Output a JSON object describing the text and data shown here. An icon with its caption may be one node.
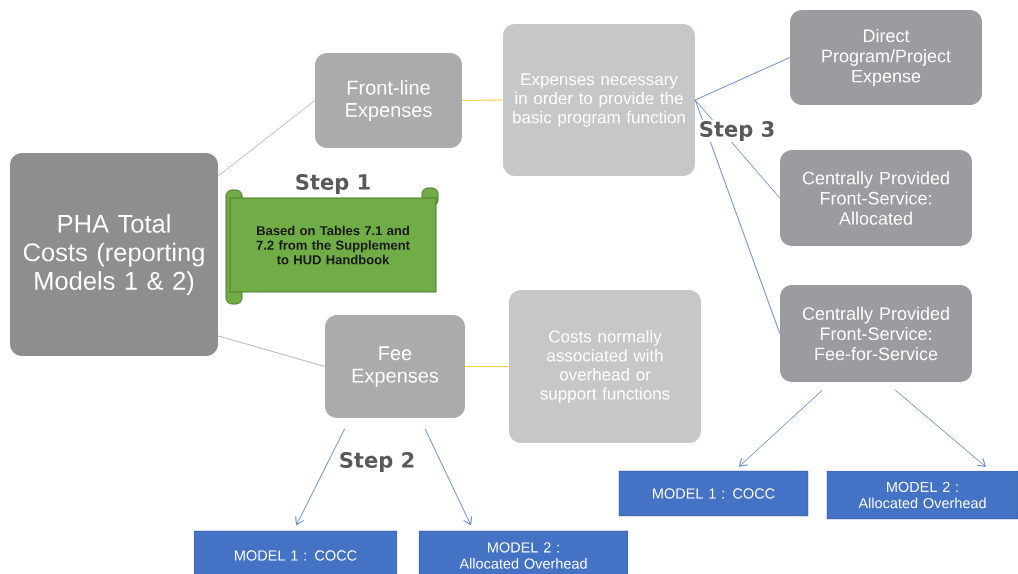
{
  "diagram": {
    "nodes": [
      {
        "text": [
          "PHA Total Costs (reporting Models 1 & 2)"
        ]
      },
      {
        "text": [
          "Front-line Expenses"
        ]
      },
      {
        "text": [
          "Fee Expenses"
        ]
      },
      {
        "text": [
          "Expenses necessary in order to provide the basic program function"
        ]
      },
      {
        "text": [
          "Costs normally associated with overhead or support functions"
        ]
      },
      {
        "text": [
          "Direct Program/Project Expense"
        ]
      },
      {
        "text": [
          "Centrally Provided Front-Service: Allocated"
        ]
      },
      {
        "text": [
          "Centrally Provided Front-Service: Fee-for-Service"
        ]
      },
      {
        "text": [
          "MODEL 1 : COCC"
        ]
      },
      {
        "text": [
          "MODEL 2 : Allocated Overhead"
        ]
      },
      {
        "text": [
          "MODEL 1 : COCC"
        ]
      },
      {
        "text": [
          "MODEL 2 : Allocated Overhead"
        ]
      },
      {
        "text": [
          "Based on Tables 7.1 and 7.2 from the Supplement to HUD Handbook"
        ],
        "beside": [
          "Step 1"
        ]
      }
    ],
    "edges": [
      {
        "from": 0,
        "to": 1,
        "arrow": "none",
        "color": "#a6a6a6"
      },
      {
        "from": 0,
        "to": 2,
        "arrow": "none",
        "color": "#a6a6a6"
      },
      {
        "from": 1,
        "to": 3,
        "arrow": "none",
        "color": "#ffc000"
      },
      {
        "from": 2,
        "to": 4,
        "arrow": "none",
        "color": "#ffc000"
      },
      {
        "from": 3,
        "to": 5,
        "arrow": "none"
      },
      {
        "from": 3,
        "to": 6,
        "arrow": "none"
      },
      {
        "from": 3,
        "to": 7,
        "arrow": "none"
      },
      {
        "from": 2,
        "to": 8,
        "arrow": "to"
      },
      {
        "from": 2,
        "to": 9,
        "arrow": "to"
      },
      {
        "from": 7,
        "to": 10,
        "arrow": "to"
      },
      {
        "from": 7,
        "to": 11,
        "arrow": "to"
      }
    ],
    "labels": [
      "Step 2",
      "Step 3"
    ]
  }
}
